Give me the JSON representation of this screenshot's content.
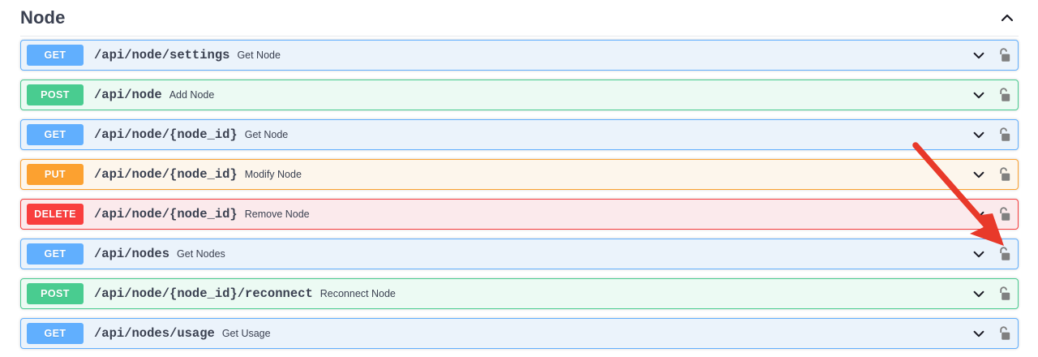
{
  "section": {
    "title": "Node",
    "toggle_icon": "chevron-up-icon",
    "expanded": true
  },
  "operations": [
    {
      "method": "GET",
      "method_class": "get",
      "path": "/api/node/settings",
      "summary": "Get Node",
      "chevron_icon": "chevron-down-icon",
      "lock_icon": "unlocked-padlock-icon"
    },
    {
      "method": "POST",
      "method_class": "post",
      "path": "/api/node",
      "summary": "Add Node",
      "chevron_icon": "chevron-down-icon",
      "lock_icon": "unlocked-padlock-icon"
    },
    {
      "method": "GET",
      "method_class": "get",
      "path": "/api/node/{node_id}",
      "summary": "Get Node",
      "chevron_icon": "chevron-down-icon",
      "lock_icon": "unlocked-padlock-icon"
    },
    {
      "method": "PUT",
      "method_class": "put",
      "path": "/api/node/{node_id}",
      "summary": "Modify Node",
      "chevron_icon": "chevron-down-icon",
      "lock_icon": "unlocked-padlock-icon"
    },
    {
      "method": "DELETE",
      "method_class": "delete",
      "path": "/api/node/{node_id}",
      "summary": "Remove Node",
      "chevron_icon": "chevron-down-icon",
      "lock_icon": "unlocked-padlock-icon"
    },
    {
      "method": "GET",
      "method_class": "get",
      "path": "/api/nodes",
      "summary": "Get Nodes",
      "chevron_icon": "chevron-down-icon",
      "lock_icon": "unlocked-padlock-icon"
    },
    {
      "method": "POST",
      "method_class": "post",
      "path": "/api/node/{node_id}/reconnect",
      "summary": "Reconnect Node",
      "chevron_icon": "chevron-down-icon",
      "lock_icon": "unlocked-padlock-icon"
    },
    {
      "method": "GET",
      "method_class": "get",
      "path": "/api/nodes/usage",
      "summary": "Get Usage",
      "chevron_icon": "chevron-down-icon",
      "lock_icon": "unlocked-padlock-icon"
    }
  ],
  "annotation": {
    "type": "arrow",
    "color": "#e8392a",
    "points_to": "lock-icon-of-api-nodes-row"
  },
  "colors": {
    "get": "#61affe",
    "post": "#49cc90",
    "put": "#fca130",
    "delete": "#f93e3e",
    "text": "#3b4151",
    "lock": "#808080",
    "annotation": "#e8392a"
  }
}
